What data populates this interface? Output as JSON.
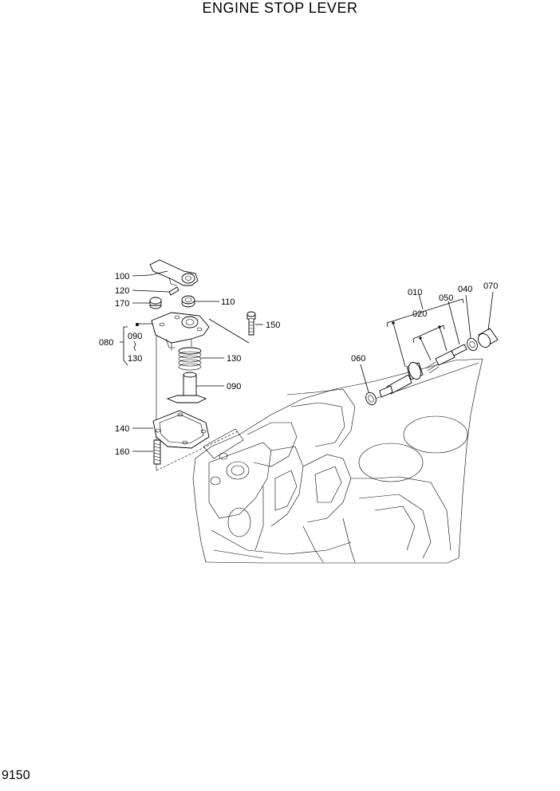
{
  "title": "ENGINE STOP LEVER",
  "page_number": "9150",
  "callouts": {
    "c100": "100",
    "c120": "120",
    "c170": "170",
    "c110": "110",
    "c150": "150",
    "c080": "080",
    "c090a": "090",
    "c130a": "130",
    "c130b": "130",
    "c090b": "090",
    "c140": "140",
    "c160": "160",
    "c010": "010",
    "c040": "040",
    "c070": "070",
    "c050": "050",
    "c020": "020",
    "c060": "060"
  }
}
